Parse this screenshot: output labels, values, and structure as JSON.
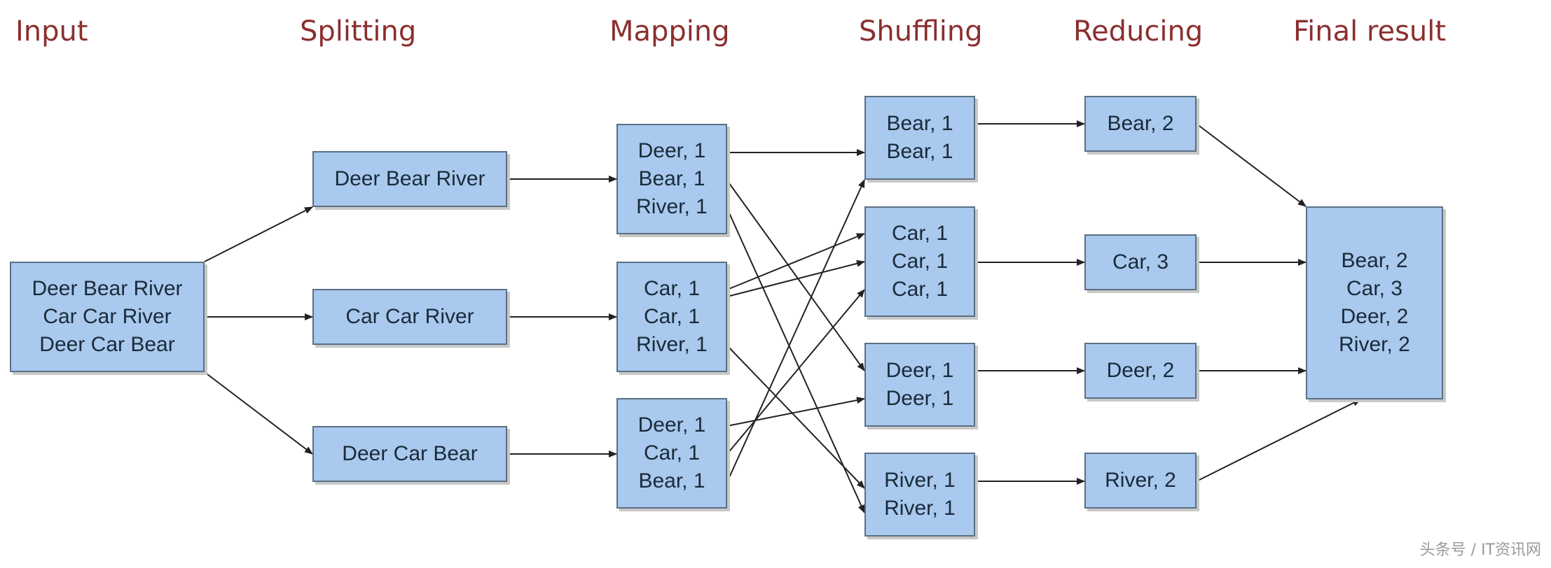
{
  "stages": {
    "input": "Input",
    "splitting": "Splitting",
    "mapping": "Mapping",
    "shuffling": "Shuffling",
    "reducing": "Reducing",
    "final": "Final result"
  },
  "input": {
    "lines": [
      "Deer Bear River",
      "Car Car River",
      "Deer Car Bear"
    ]
  },
  "splits": [
    {
      "lines": [
        "Deer Bear River"
      ]
    },
    {
      "lines": [
        "Car Car River"
      ]
    },
    {
      "lines": [
        "Deer Car Bear"
      ]
    }
  ],
  "maps": [
    {
      "lines": [
        "Deer, 1",
        "Bear, 1",
        "River, 1"
      ]
    },
    {
      "lines": [
        "Car, 1",
        "Car, 1",
        "River, 1"
      ]
    },
    {
      "lines": [
        "Deer, 1",
        "Car, 1",
        "Bear, 1"
      ]
    }
  ],
  "shuffles": [
    {
      "lines": [
        "Bear, 1",
        "Bear, 1"
      ]
    },
    {
      "lines": [
        "Car, 1",
        "Car, 1",
        "Car, 1"
      ]
    },
    {
      "lines": [
        "Deer, 1",
        "Deer, 1"
      ]
    },
    {
      "lines": [
        "River, 1",
        "River, 1"
      ]
    }
  ],
  "reduces": [
    {
      "lines": [
        "Bear, 2"
      ]
    },
    {
      "lines": [
        "Car, 3"
      ]
    },
    {
      "lines": [
        "Deer, 2"
      ]
    },
    {
      "lines": [
        "River, 2"
      ]
    }
  ],
  "final": {
    "lines": [
      "Bear, 2",
      "Car, 3",
      "Deer, 2",
      "River, 2"
    ]
  },
  "watermark": "头条号 / IT资讯网",
  "colors": {
    "box_fill": "#a9c9ee",
    "box_border": "#5b6f85",
    "header": "#8b2f2f",
    "arrow": "#222222"
  }
}
